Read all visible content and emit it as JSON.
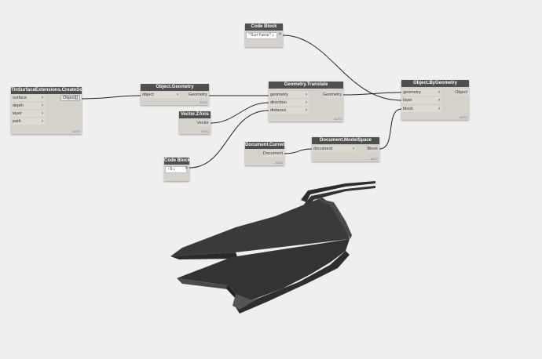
{
  "nodes": {
    "tin": {
      "title": "TinSurfaceExtensions.CreateSolids",
      "inputs": [
        "surface",
        "depth",
        "layer",
        "path"
      ],
      "output": "Object[]",
      "lacing": "AUTO"
    },
    "objgeo": {
      "title": "Object.Geometry",
      "inputs": [
        "object"
      ],
      "output": "Geometry",
      "lacing": "AUTO"
    },
    "translate": {
      "title": "Geometry.Translate",
      "inputs": [
        "geometry",
        "direction",
        "distance"
      ],
      "output": "Geometry",
      "lacing": "AUTO"
    },
    "zaxis": {
      "title": "Vector.ZAxis",
      "output": "Vector",
      "lacing": "AUTO"
    },
    "code1": {
      "title": "Code Block",
      "code": "\"Surface\";",
      "output": ">"
    },
    "code2": {
      "title": "Code Block",
      "code": "-5;",
      "output": ">"
    },
    "byGeo": {
      "title": "Object.ByGeometry",
      "inputs": [
        "geometry",
        "layer",
        "block"
      ],
      "output": "Object",
      "lacing": "AUTO"
    },
    "docCurrent": {
      "title": "Document.Current",
      "output": "Document",
      "lacing": "AUTO"
    },
    "modelSpace": {
      "title": "Document.ModelSpace",
      "inputs": [
        "document"
      ],
      "output": "Block",
      "lacing": "AUTO"
    }
  },
  "colors": {
    "canvas": "#efefef",
    "header": "#4f4f4f",
    "node_body": "#d6d2cb",
    "wire": "#222222",
    "geometry": "#3a3a3a"
  }
}
